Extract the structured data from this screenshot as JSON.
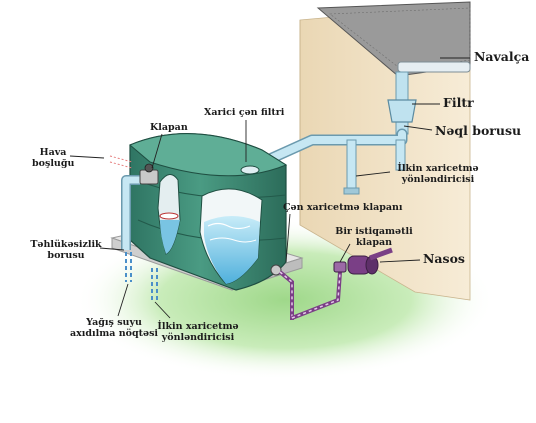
{
  "labels": {
    "navalca": "Navalça",
    "filtr": "Filtr",
    "neql_borusu": "Nəql borusu",
    "xarici_cen_filtri": "Xarici çən filtri",
    "klapan": "Klapan",
    "hava_1": "Hava",
    "hava_2": "boşluğu",
    "ilkin_top_1": "İlkin xaricetmə",
    "ilkin_top_2": "yönləndiricisi",
    "cen_xaricetme_klapani": "Çən xaricetmə klapanı",
    "bir_istiqametli_1": "Bir istiqamətli",
    "bir_istiqametli_2": "klapan",
    "nasos": "Nasos",
    "tehlukesizlik_1": "Təhlükəsizlik",
    "tehlukesizlik_2": "borusu",
    "yagis_1": "Yağış suyu",
    "yagis_2": "axıdılma nöqtəsi",
    "ilkin_bottom_1": "İlkin xaricetmə",
    "ilkin_bottom_2": "yönləndiricisi"
  },
  "colors": {
    "tank": "#3f8a74",
    "tank_dark": "#2b6a58",
    "water": "#8fd0ea",
    "pipe": "#a9d8ea",
    "wall": "#f3e5cc",
    "ground": "#b9e3a6",
    "pump": "#7a3f86",
    "roof": "#8b8b8b"
  }
}
